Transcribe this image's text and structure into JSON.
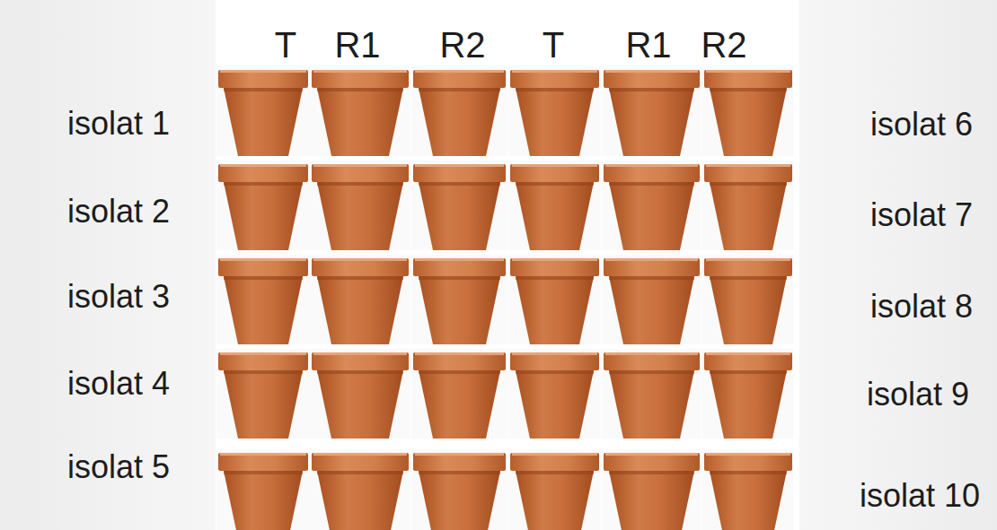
{
  "diagram": {
    "labels": [
      "T",
      "R1",
      "R2",
      "T",
      "R1",
      "R2",
      "isolat 1",
      "isolat 2",
      "isolat 3",
      "isolat 4",
      "isolat 5",
      "isolat 6",
      "isolat 7",
      "isolat 8",
      "isolat 9",
      "isolat 10"
    ]
  }
}
